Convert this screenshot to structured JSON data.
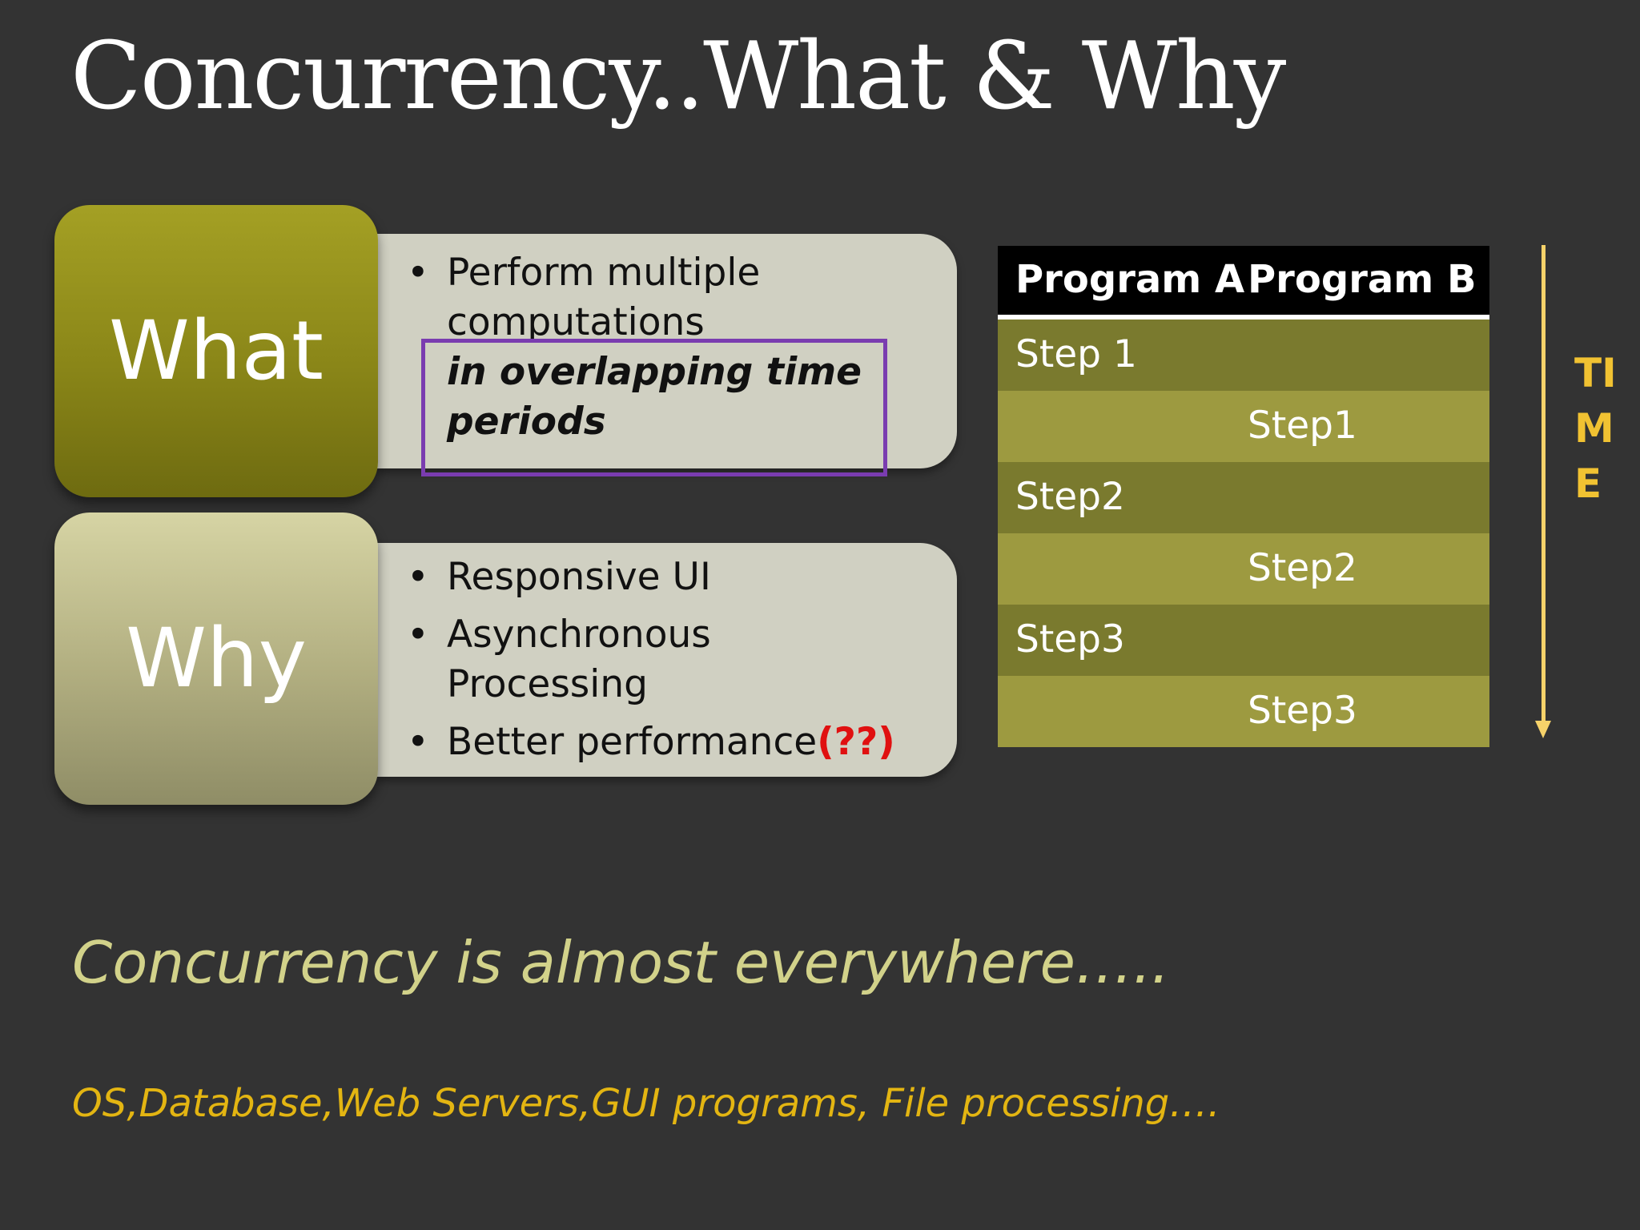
{
  "title": "Concurrency..What & Why",
  "what": {
    "label": "What",
    "bullet": "Perform multiple computations",
    "emphasis": "in overlapping time periods"
  },
  "why": {
    "label": "Why",
    "bullets": [
      "Responsive UI",
      "Asynchronous Processing",
      "Better performance"
    ],
    "question_mark": "(??)"
  },
  "table": {
    "headers": [
      "Program A",
      "Program B"
    ],
    "rows": [
      {
        "a": "Step 1",
        "b": ""
      },
      {
        "a": "",
        "b": "Step1"
      },
      {
        "a": "Step2",
        "b": ""
      },
      {
        "a": "",
        "b": "Step2"
      },
      {
        "a": "Step3",
        "b": ""
      },
      {
        "a": "",
        "b": "Step3"
      }
    ]
  },
  "time_label": "TIME",
  "tagline": "Concurrency is almost everywhere…..",
  "examples": "OS,Database,Web Servers,GUI programs, File processing….",
  "colors": {
    "background": "#333333",
    "what_tile": "#8a8618",
    "why_tile": "#b1ae80",
    "panel": "#d0d0c2",
    "highlight_border": "#7a3cb0",
    "table_dark_row": "#7a7a2e",
    "table_light_row": "#9d9a40",
    "time_arrow": "#f6d26a",
    "tagline": "#d2d28a",
    "examples": "#e3b512",
    "question_mark": "#e01010"
  }
}
